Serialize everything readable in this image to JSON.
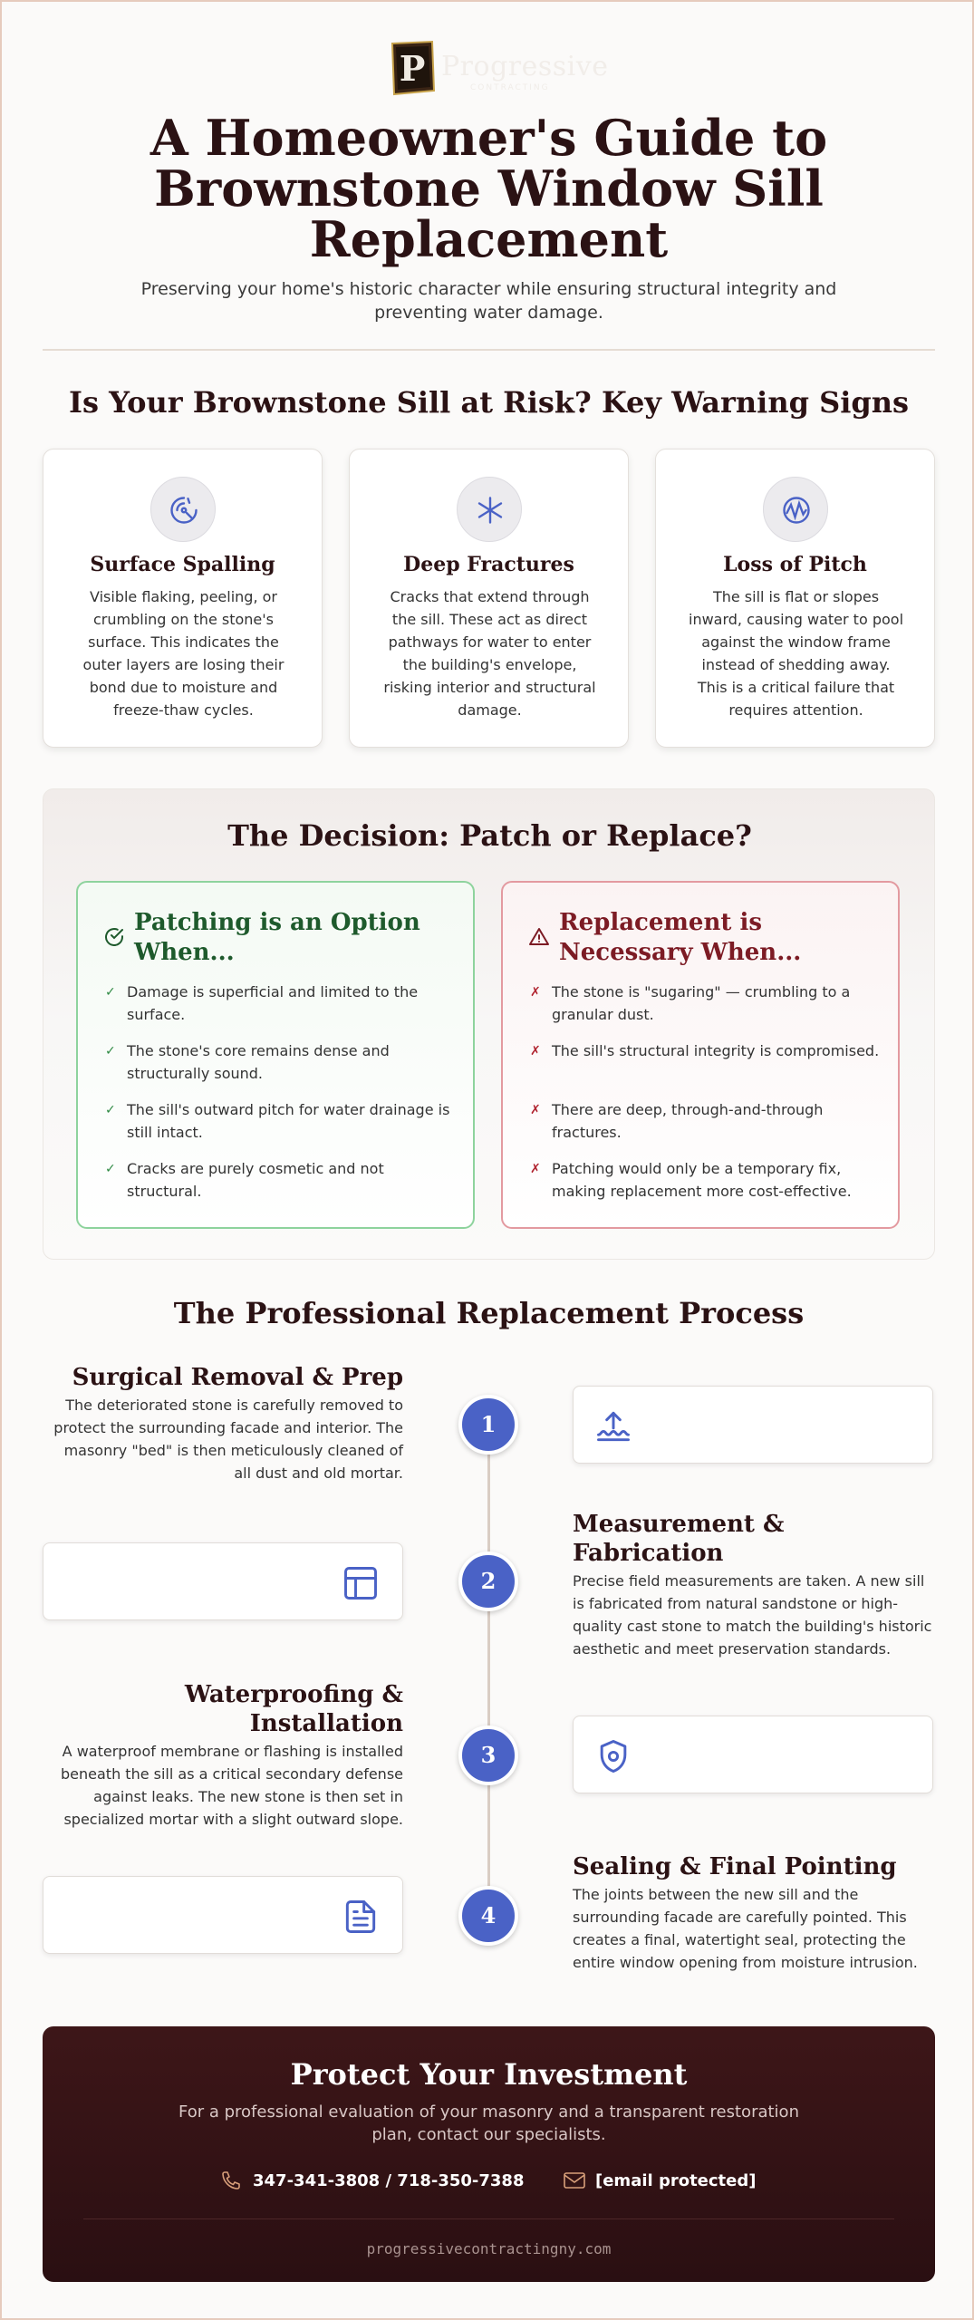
{
  "brand": {
    "logo_letter": "P",
    "wordmark": "Progressive",
    "tagline": "CONTRACTING"
  },
  "header": {
    "title": "A Homeowner's Guide to Brownstone Window Sill Replacement",
    "subtitle": "Preserving your home's historic character while ensuring structural integrity and preventing water damage."
  },
  "warning": {
    "heading": "Is Your Brownstone Sill at Risk? Key Warning Signs",
    "cards": [
      {
        "icon": "spalling-icon",
        "title": "Surface Spalling",
        "text": "Visible flaking, peeling, or crumbling on the stone's surface. This indicates the outer layers are losing their bond due to moisture and freeze-thaw cycles."
      },
      {
        "icon": "fracture-icon",
        "title": "Deep Fractures",
        "text": "Cracks that extend through the sill. These act as direct pathways for water to enter the building's envelope, risking interior and structural damage."
      },
      {
        "icon": "pitch-icon",
        "title": "Loss of Pitch",
        "text": "The sill is flat or slopes inward, causing water to pool against the window frame instead of shedding away. This is a critical failure that requires attention."
      }
    ]
  },
  "decision": {
    "heading": "The Decision: Patch or Replace?",
    "patch": {
      "title": "Patching is an Option When...",
      "items": [
        "Damage is superficial and limited to the surface.",
        "The stone's core remains dense and structurally sound.",
        "The sill's outward pitch for water drainage is still intact.",
        "Cracks are purely cosmetic and not structural."
      ],
      "mark": "✓"
    },
    "replace": {
      "title": "Replacement is Necessary When...",
      "items": [
        "The stone is \"sugaring\" — crumbling to a granular dust.",
        "The sill's structural integrity is compromised.",
        "There are deep, through-and-through fractures.",
        "Patching would only be a temporary fix, making replacement more cost-effective."
      ],
      "mark": "✗"
    }
  },
  "process": {
    "heading": "The Professional Replacement Process",
    "steps": [
      {
        "number": "1",
        "title": "Surgical Removal & Prep",
        "text": "The deteriorated stone is carefully removed to protect the surrounding facade and interior. The masonry \"bed\" is then meticulously cleaned of all dust and old mortar.",
        "icon": "removal-icon"
      },
      {
        "number": "2",
        "title": "Measurement & Fabrication",
        "text": "Precise field measurements are taken. A new sill is fabricated from natural sandstone or high-quality cast stone to match the building's historic aesthetic and meet preservation standards.",
        "icon": "layout-icon"
      },
      {
        "number": "3",
        "title": "Waterproofing & Installation",
        "text": "A waterproof membrane or flashing is installed beneath the sill as a critical secondary defense against leaks. The new stone is then set in specialized mortar with a slight outward slope.",
        "icon": "shield-icon"
      },
      {
        "number": "4",
        "title": "Sealing & Final Pointing",
        "text": "The joints between the new sill and the surrounding facade are carefully pointed. This creates a final, watertight seal, protecting the entire window opening from moisture intrusion.",
        "icon": "document-icon"
      }
    ]
  },
  "cta": {
    "heading": "Protect Your Investment",
    "lead": "For a professional evaluation of your masonry and a transparent restoration plan, contact our specialists.",
    "phone": "347-341-3808 / 718-350-7388",
    "email": "[email protected]",
    "website": "progressivecontractingny.com"
  },
  "colors": {
    "title": "#2b1214",
    "accent": "#4a62c6",
    "patch_green": "#1e5a2c",
    "replace_red": "#7c1b24",
    "cta_background": "#2a0f12",
    "cta_icon": "#d9a07a"
  }
}
